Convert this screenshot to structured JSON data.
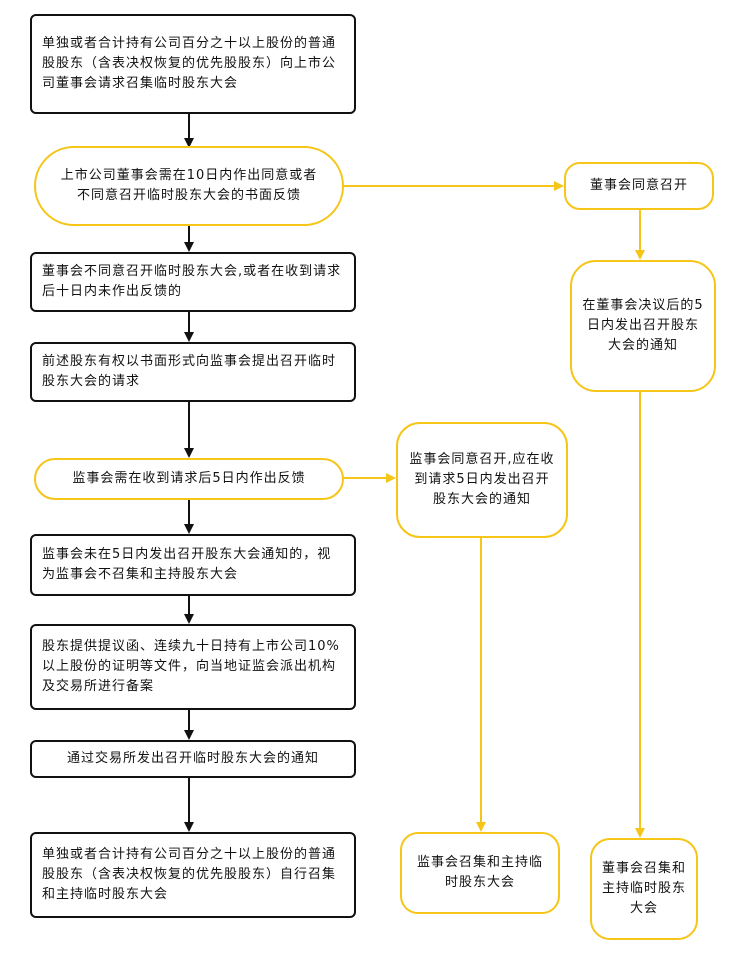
{
  "nodes": {
    "n1": "单独或者合计持有公司百分之十以上股份的普通股股东（含表决权恢复的优先股股东）向上市公司董事会请求召集临时股东大会",
    "n2": "上市公司董事会需在10日内作出同意或者不同意召开临时股东大会的书面反馈",
    "n3": "董事会不同意召开临时股东大会,或者在收到请求后十日内未作出反馈的",
    "n4": "前述股东有权以书面形式向监事会提出召开临时股东大会的请求",
    "n5": "监事会需在收到请求后5日内作出反馈",
    "n6": "监事会未在5日内发出召开股东大会通知的，视为监事会不召集和主持股东大会",
    "n7": "股东提供提议函、连续九十日持有上市公司10%以上股份的证明等文件，向当地证监会派出机构及交易所进行备案",
    "n8": "通过交易所发出召开临时股东大会的通知",
    "n9": "单独或者合计持有公司百分之十以上股份的普通股股东（含表决权恢复的优先股股东）自行召集和主持临时股东大会",
    "r1": "董事会同意召开",
    "r2": "在董事会决议后的5日内发出召开股东大会的通知",
    "r3": "董事会召集和主持临时股东大会",
    "m1": "监事会同意召开,应在收到请求5日内发出召开股东大会的通知",
    "m2": "监事会召集和主持临时股东大会"
  },
  "colors": {
    "main": "#111111",
    "accent": "#f5c518"
  }
}
